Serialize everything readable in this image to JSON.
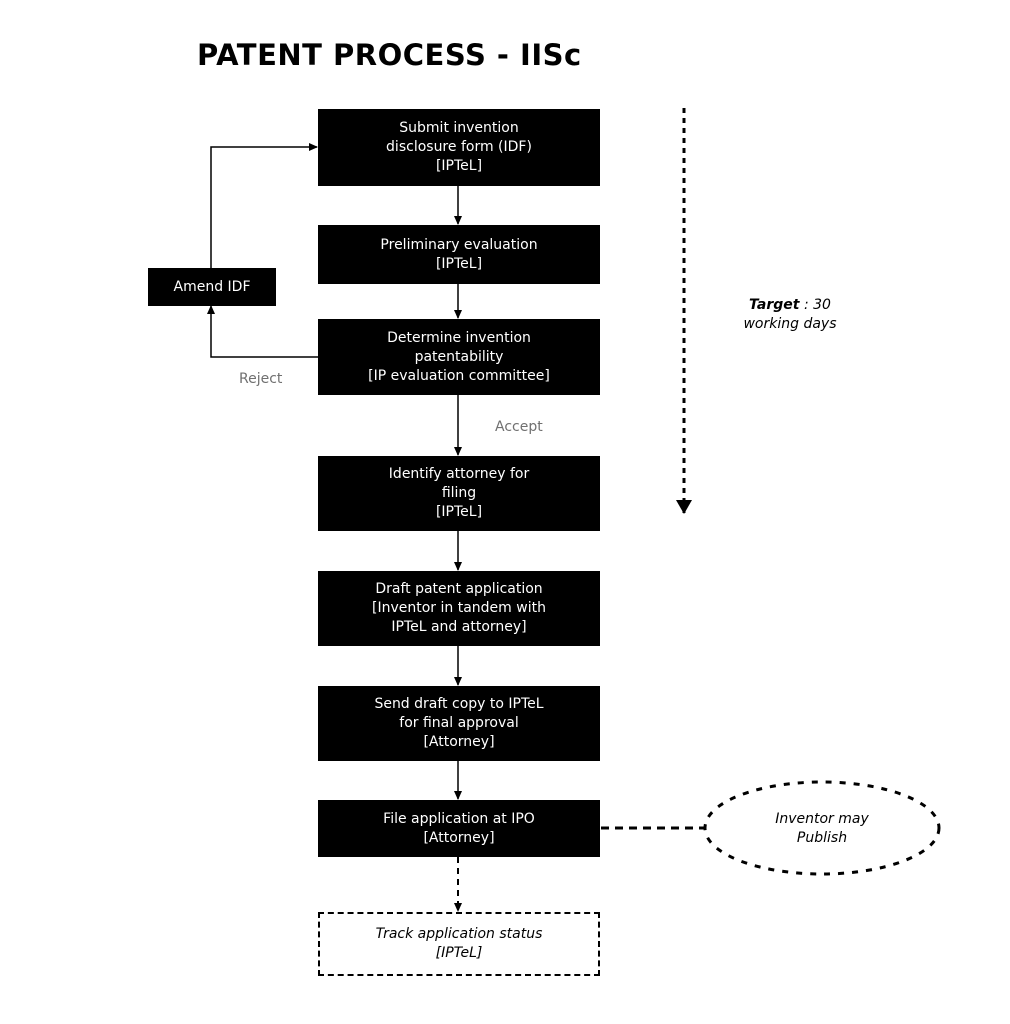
{
  "title": "PATENT PROCESS - IISc",
  "steps": [
    {
      "id": "submit-idf",
      "lines": [
        "Submit invention",
        "disclosure form (IDF)",
        "[IPTeL]"
      ]
    },
    {
      "id": "preliminary-evaluation",
      "lines": [
        "Preliminary evaluation",
        "[IPTeL]"
      ]
    },
    {
      "id": "determine-patentability",
      "lines": [
        "Determine invention",
        "patentability",
        "[IP evaluation committee]"
      ]
    },
    {
      "id": "identify-attorney",
      "lines": [
        "Identify attorney for",
        "filing",
        "[IPTeL]"
      ]
    },
    {
      "id": "draft-application",
      "lines": [
        "Draft patent application",
        "[Inventor in tandem with",
        "IPTeL and attorney]"
      ]
    },
    {
      "id": "send-draft",
      "lines": [
        "Send draft copy to IPTeL",
        "for final approval",
        "[Attorney]"
      ]
    },
    {
      "id": "file-application",
      "lines": [
        "File application at IPO",
        "[Attorney]"
      ]
    }
  ],
  "amend": {
    "label": "Amend IDF"
  },
  "track": {
    "lines": [
      "Track application status",
      "[IPTeL]"
    ]
  },
  "publish": {
    "lines": [
      "Inventor may",
      "Publish"
    ]
  },
  "edge_labels": {
    "reject": "Reject",
    "accept": "Accept"
  },
  "target": {
    "bold": "Target",
    "rest_line1": " : 30",
    "line2": "working days"
  },
  "colors": {
    "box_fill": "#000000",
    "box_text": "#ffffff",
    "edge_label": "#707070",
    "background": "#ffffff"
  }
}
